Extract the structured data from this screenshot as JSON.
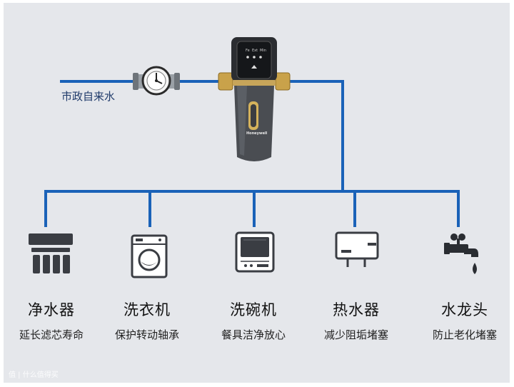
{
  "source": {
    "label": "市政自来水"
  },
  "filter": {
    "brand": "Honeywell",
    "display_labels": [
      "Fe",
      "Ext",
      "Min"
    ]
  },
  "appliances": [
    {
      "name": "净水器",
      "benefit": "延长滤芯寿命",
      "icon": "water-purifier-icon"
    },
    {
      "name": "洗衣机",
      "benefit": "保护转动轴承",
      "icon": "washing-machine-icon"
    },
    {
      "name": "洗碗机",
      "benefit": "餐具洁净放心",
      "icon": "dishwasher-icon"
    },
    {
      "name": "热水器",
      "benefit": "减少阻垢堵塞",
      "icon": "water-heater-icon"
    },
    {
      "name": "水龙头",
      "benefit": "防止老化堵塞",
      "icon": "faucet-icon"
    }
  ],
  "watermark": "值 | 什么值得买",
  "colors": {
    "pipe": "#1a62b8",
    "icon": "#3a3d43",
    "panel": "#e5e7eb"
  }
}
